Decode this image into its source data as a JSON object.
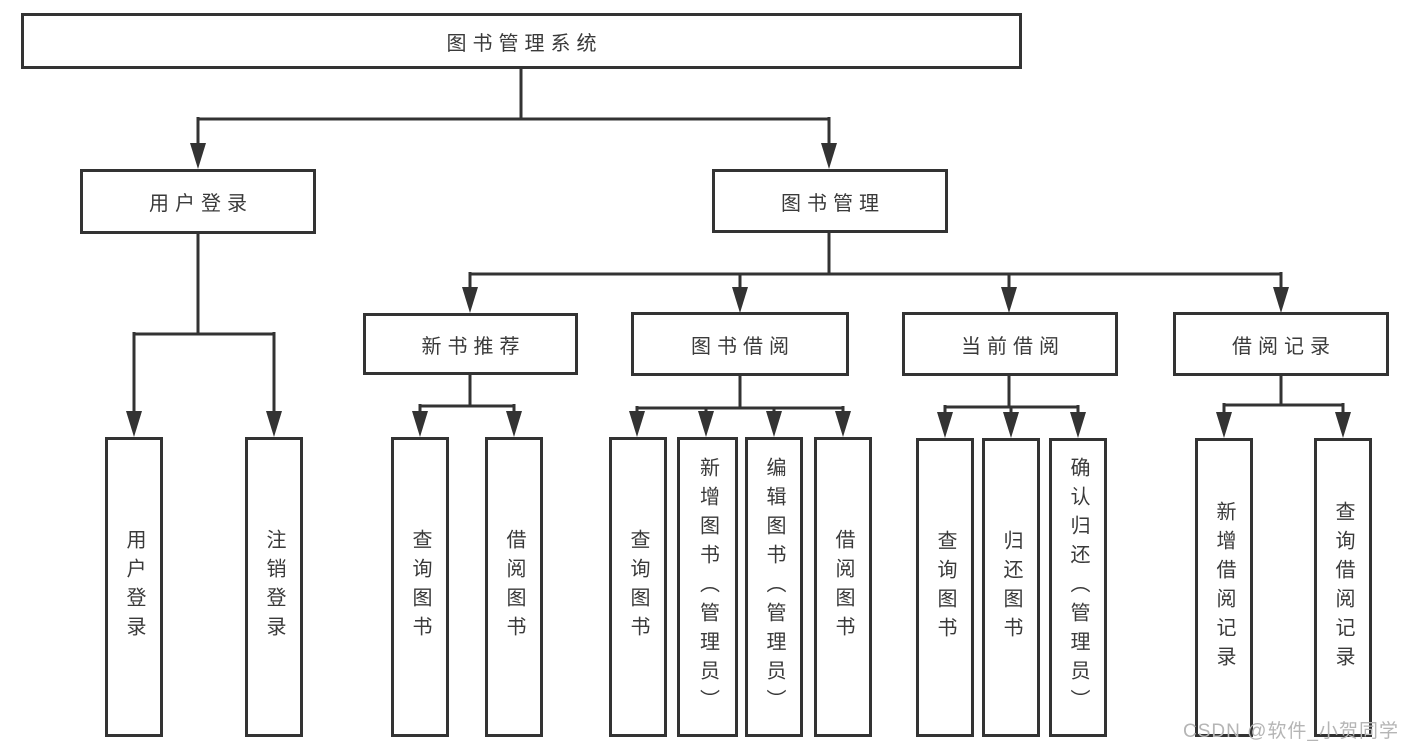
{
  "diagram": {
    "root": {
      "label": "图书管理系统"
    },
    "branches": [
      {
        "label": "用户登录",
        "leaves": [
          {
            "label": "用户登录"
          },
          {
            "label": "注销登录"
          }
        ]
      },
      {
        "label": "图书管理",
        "groups": [
          {
            "label": "新书推荐",
            "leaves": [
              {
                "label": "查询图书"
              },
              {
                "label": "借阅图书"
              }
            ]
          },
          {
            "label": "图书借阅",
            "leaves": [
              {
                "label": "查询图书"
              },
              {
                "label": "新增图书（管理员）"
              },
              {
                "label": "编辑图书（管理员）"
              },
              {
                "label": "借阅图书"
              }
            ]
          },
          {
            "label": "当前借阅",
            "leaves": [
              {
                "label": "查询图书"
              },
              {
                "label": "归还图书"
              },
              {
                "label": "确认归还（管理员）"
              }
            ]
          },
          {
            "label": "借阅记录",
            "leaves": [
              {
                "label": "新增借阅记录"
              },
              {
                "label": "查询借阅记录"
              }
            ]
          }
        ]
      }
    ]
  },
  "watermark": {
    "text": "CSDN @软件_小贺同学"
  }
}
